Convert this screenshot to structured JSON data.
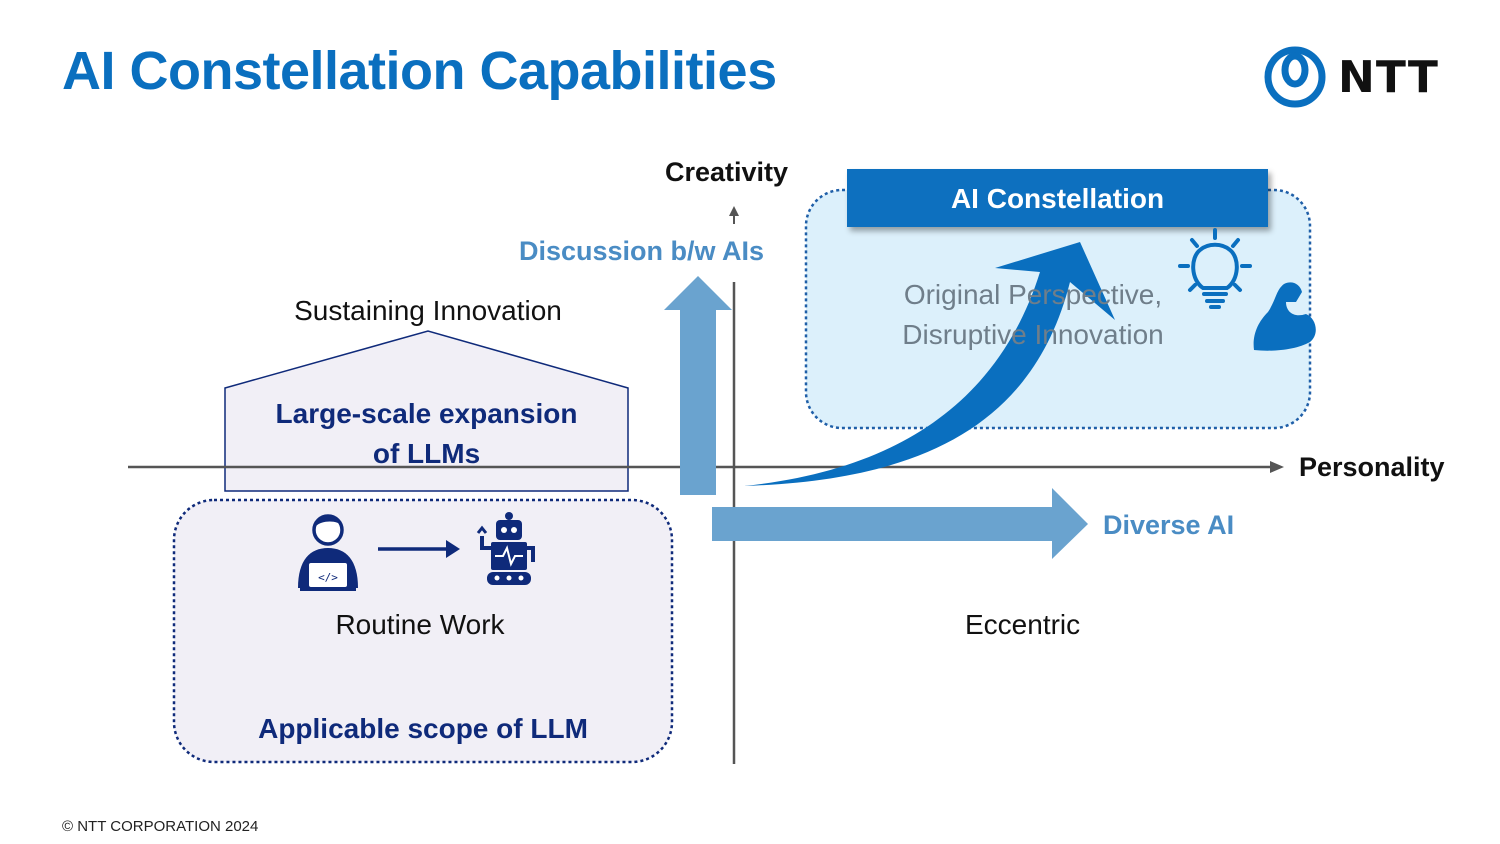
{
  "slide": {
    "title": "AI Constellation Capabilities",
    "footer": "© NTT CORPORATION 2024"
  },
  "logo": {
    "text": "NTT",
    "icon": "ntt-logo-icon",
    "color": "#0a6fbf"
  },
  "axes": {
    "y_label": "Creativity",
    "x_label": "Personality"
  },
  "arrows": {
    "vertical_label": "Discussion b/w AIs",
    "horizontal_label": "Diverse AI"
  },
  "llm_expansion": {
    "heading": "Sustaining Innovation",
    "line1": "Large-scale expansion",
    "line2": "of LLMs"
  },
  "llm_scope": {
    "routine": "Routine Work",
    "label": "Applicable scope of LLM",
    "icons": [
      "developer-person-icon",
      "arrow-right-icon",
      "robot-icon"
    ]
  },
  "constellation": {
    "badge": "AI Constellation",
    "line1": "Original Perspective,",
    "line2": "Disruptive Innovation",
    "icons": [
      "lightbulb-icon",
      "flexed-bicep-icon"
    ]
  },
  "quadrant_labels": {
    "bottom_right": "Eccentric"
  },
  "colors": {
    "brand_blue": "#0a6fbf",
    "navy": "#0f2a7a",
    "light_blue_arrow": "#6aa3cf",
    "box_fill_left": "#f1eff6",
    "box_fill_right": "#dcf0fb"
  }
}
